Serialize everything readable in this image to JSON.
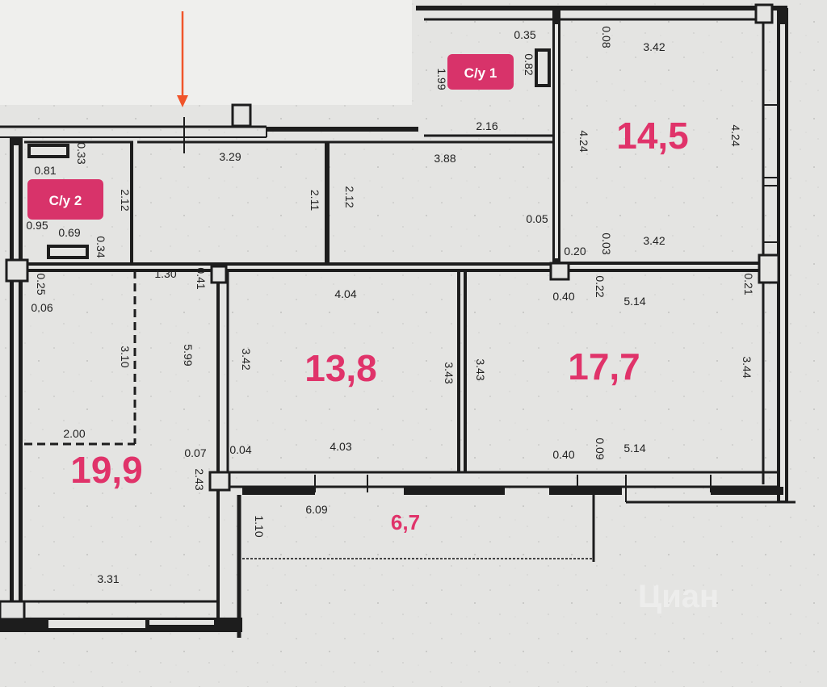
{
  "marker_color": "#f0542a",
  "area_color": "#e0336a",
  "badges": {
    "bath1": "С/у 1",
    "bath2": "С/у 2"
  },
  "areas": {
    "living": "19,9",
    "room1": "13,8",
    "room2": "17,7",
    "room3": "14,5",
    "balcony": "6,7"
  },
  "dimensions": {
    "d_329": "3.29",
    "d_388": "3.88",
    "d_216": "2.16",
    "d_199": "1.99",
    "d_342a": "3.42",
    "d_342b": "3.42",
    "d_424a": "4.24",
    "d_424b": "4.24",
    "d_212a": "2.12",
    "d_212b": "2.12",
    "d_211": "2.11",
    "d_404": "4.04",
    "d_403": "4.03",
    "d_343a": "3.43",
    "d_343b": "3.43",
    "d_342c": "3.42",
    "d_514a": "5.14",
    "d_514b": "5.14",
    "d_344": "3.44",
    "d_310": "3.10",
    "d_599": "5.99",
    "d_200": "2.00",
    "d_331": "3.31",
    "d_609": "6.09",
    "d_110": "1.10",
    "d_130": "1.30",
    "d_081": "0.81",
    "d_033": "0.33",
    "d_069": "0.69",
    "d_095": "0.95",
    "d_034": "0.34",
    "d_035": "0.35",
    "d_082": "0.82",
    "d_008": "0.08",
    "d_005": "0.05",
    "d_040a": "0.40",
    "d_040b": "0.40",
    "d_022": "0.22",
    "d_009": "0.09",
    "d_006": "0.06",
    "d_007": "0.07",
    "d_004": "0.04",
    "d_020": "0.20",
    "d_003": "0.03",
    "d_041": "0.41",
    "d_025": "0.25",
    "d_021": "0.21",
    "d_243": "2.43"
  },
  "watermark": "Циан"
}
